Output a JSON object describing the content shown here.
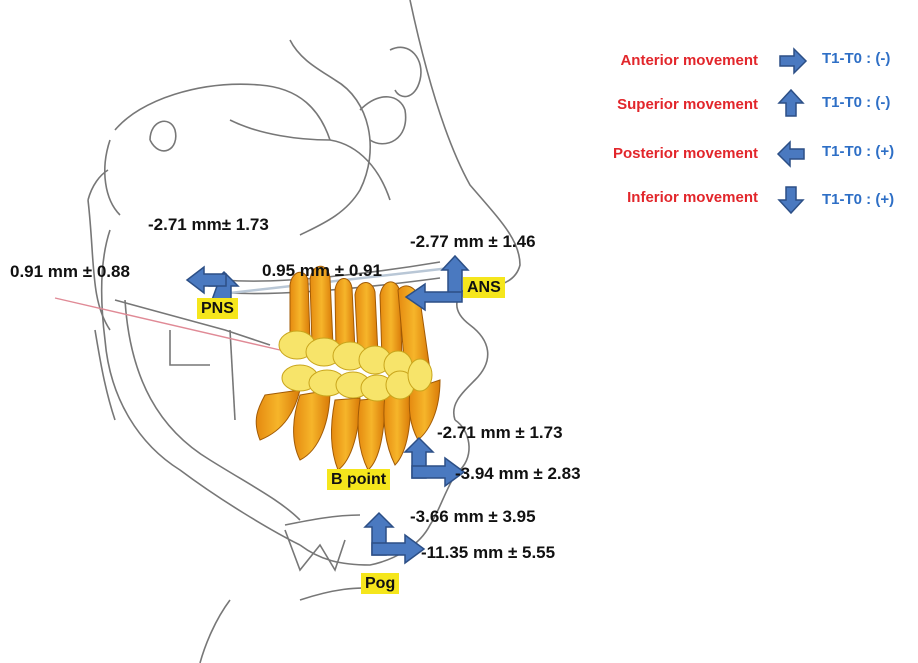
{
  "landmarks": {
    "pns": {
      "label": "PNS",
      "vertical": "-2.71 mm± 1.73",
      "horizontal": "0.91 mm ± 0.88"
    },
    "ans": {
      "label": "ANS",
      "vertical": "-2.77 mm ± 1.46",
      "horizontal": "0.95 mm ± 0.91"
    },
    "b_point": {
      "label": "B point",
      "vertical": "-2.71 mm ± 1.73",
      "horizontal": "-3.94 mm ± 2.83"
    },
    "pog": {
      "label": "Pog",
      "vertical": "-3.66 mm ± 3.95",
      "horizontal": "-11.35 mm ± 5.55"
    }
  },
  "legend": [
    {
      "text": "Anterior movement",
      "arrow": "right-arrow-icon",
      "rule": "T1-T0 : (-)"
    },
    {
      "text": "Superior movement",
      "arrow": "up-arrow-icon",
      "rule": "T1-T0 : (-)"
    },
    {
      "text": "Posterior movement",
      "arrow": "left-arrow-icon",
      "rule": "T1-T0 : (+)"
    },
    {
      "text": "Inferior movement",
      "arrow": "down-arrow-icon",
      "rule": "T1-T0 : (+)"
    }
  ],
  "colors": {
    "legend_text": "#e2262b",
    "legend_rule": "#2e6fc6",
    "arrow_fill": "#4a79c0",
    "arrow_stroke": "#2c4f86",
    "label_bg": "#f5e61c",
    "teeth": "#f0a91a",
    "crowns": "#f7e46a"
  }
}
